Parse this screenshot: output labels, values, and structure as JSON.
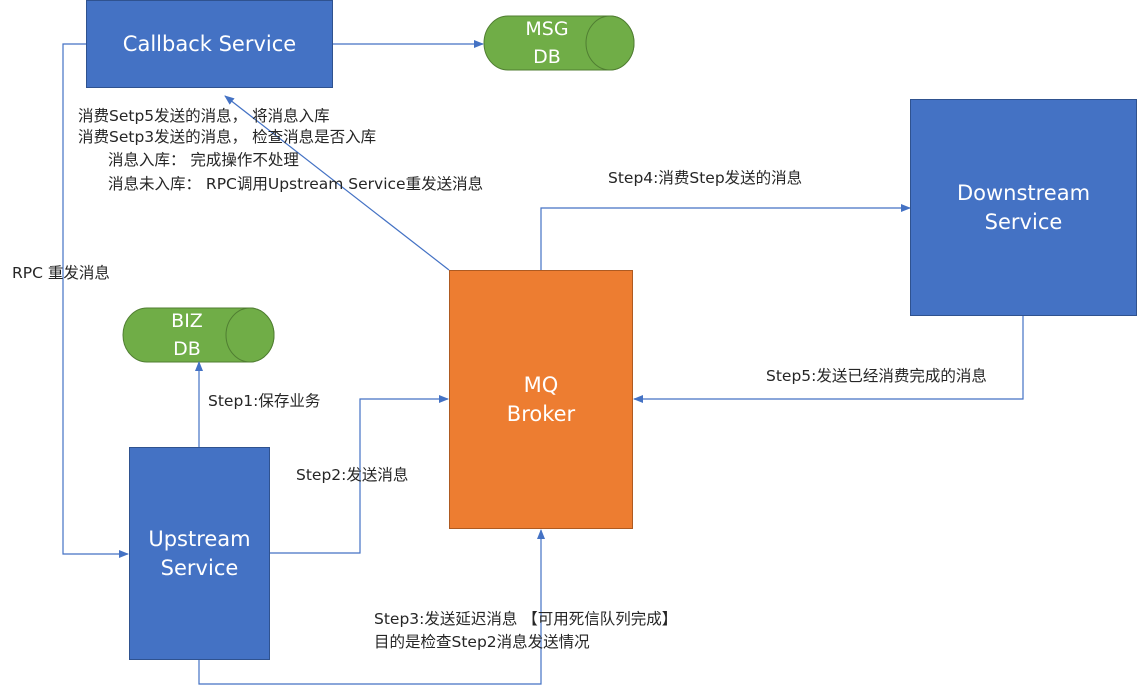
{
  "nodes": {
    "callback_service": "Callback Service",
    "msg_db": "MSG\nDB",
    "downstream_service": "Downstream\nService",
    "biz_db": "BIZ\nDB",
    "mq_broker": "MQ\nBroker",
    "upstream_service": "Upstream\nService"
  },
  "labels": {
    "callback_line1": "消费Setp5发送的消息， 将消息入库",
    "callback_line2": "消费Setp3发送的消息， 检查消息是否入库",
    "callback_line3": "消息入库： 完成操作不处理",
    "callback_line4": "消息未入库： RPC调用Upstream Service重发送消息",
    "step4": "Step4:消费Step发送的消息",
    "rpc_resend": "RPC 重发消息",
    "step1": "Step1:保存业务",
    "step5": "Step5:发送已经消费完成的消息",
    "step2": "Step2:发送消息",
    "step3_line1": "Step3:发送延迟消息 【可用死信队列完成】",
    "step3_line2": "目的是检查Step2消息发送情况"
  },
  "colors": {
    "service_fill": "#4472c4",
    "broker_fill": "#ed7d31",
    "db_fill": "#70ad47",
    "connector": "#4472c4"
  }
}
